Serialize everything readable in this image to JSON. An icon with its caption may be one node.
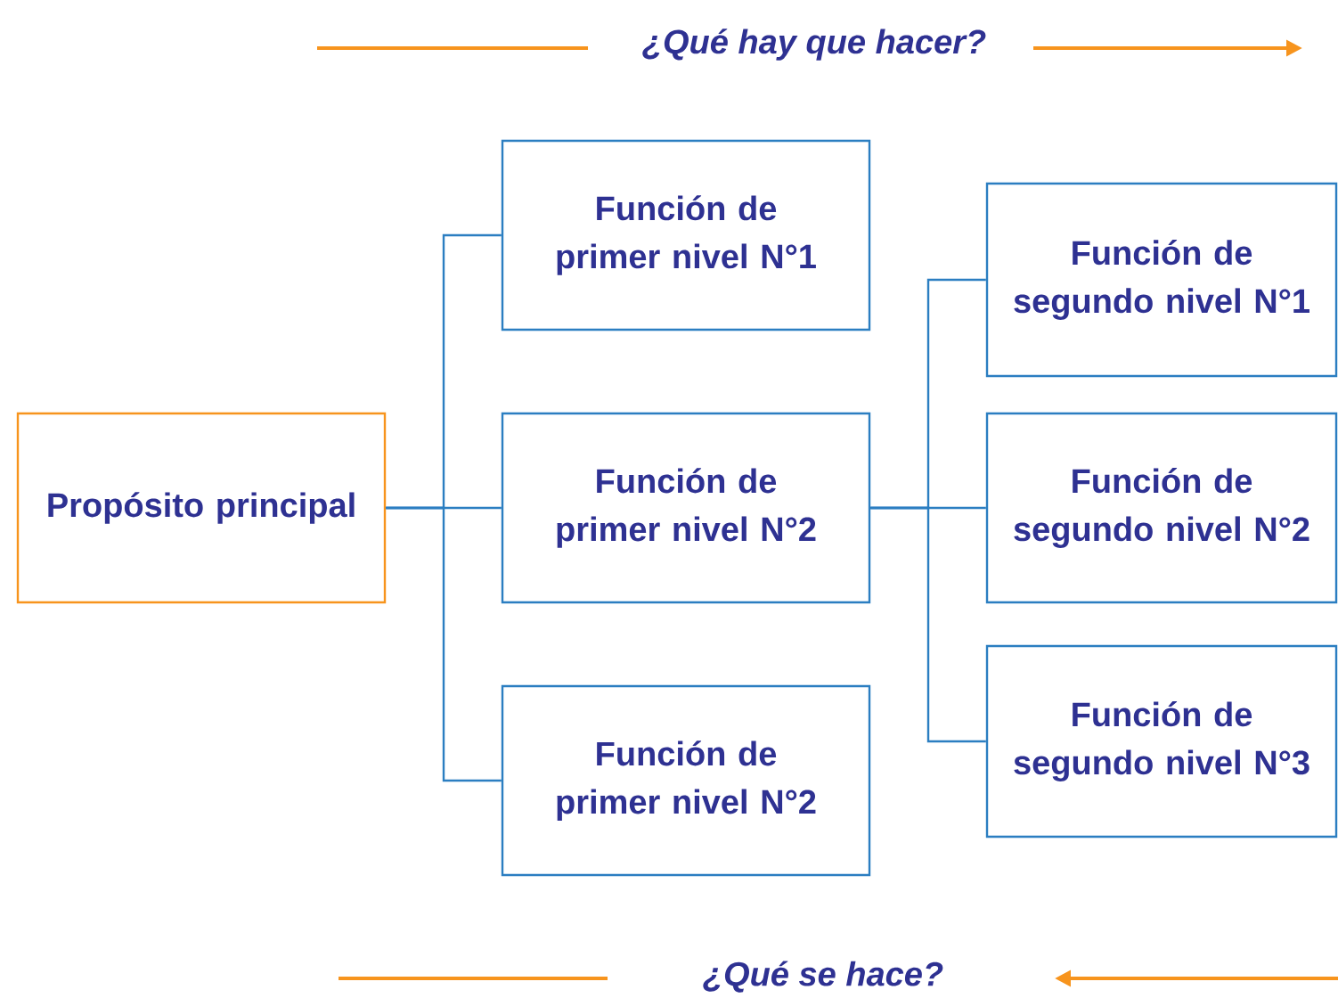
{
  "diagram": {
    "nodes": [
      {
        "text": [
          "Propósito principal"
        ]
      },
      {
        "text": [
          "Función de primer nivel N°1"
        ]
      },
      {
        "text": [
          "Función de primer nivel N°2"
        ]
      },
      {
        "text": [
          "Función de primer nivel N°2"
        ]
      },
      {
        "text": [
          "Función de segundo nivel N°1"
        ]
      },
      {
        "text": [
          "Función de segundo nivel N°2"
        ]
      },
      {
        "text": [
          "Función de segundo nivel N°3"
        ]
      }
    ],
    "edges": [
      {
        "from": 0,
        "to": 1,
        "arrow": "none"
      },
      {
        "from": 0,
        "to": 2,
        "arrow": "none"
      },
      {
        "from": 0,
        "to": 3,
        "arrow": "none"
      },
      {
        "from": 2,
        "to": 4,
        "arrow": "none"
      },
      {
        "from": 2,
        "to": 5,
        "arrow": "none"
      },
      {
        "from": 2,
        "to": 6,
        "arrow": "none"
      }
    ],
    "labels": [
      "¿Qué hay que hacer?",
      "¿Qué se hace?"
    ]
  }
}
